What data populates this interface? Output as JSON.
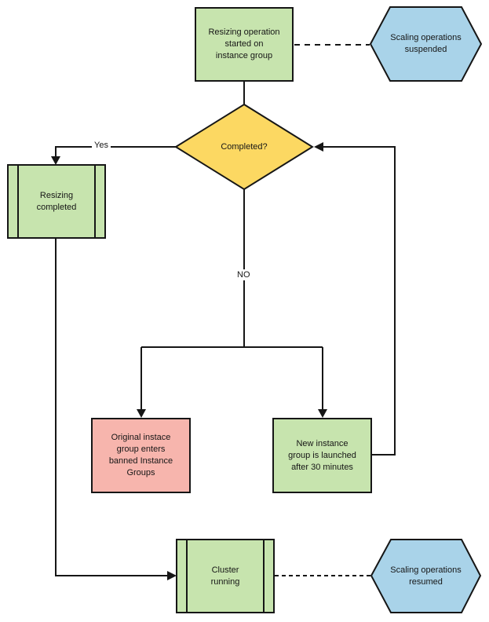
{
  "diagram": {
    "type": "flowchart",
    "nodes": {
      "resize_start": {
        "shape": "process",
        "color": "#c7e4ae",
        "label": "Resizing operation\nstarted on\ninstance group"
      },
      "scaling_suspended": {
        "shape": "hexagon",
        "color": "#a9d3e9",
        "label": "Scaling operations\nsuspended"
      },
      "completed": {
        "shape": "decision",
        "color": "#fcd862",
        "label": "Completed?"
      },
      "resizing_completed": {
        "shape": "predefined_process",
        "color": "#c7e4ae",
        "label": "Resizing\ncompleted"
      },
      "banned_group": {
        "shape": "process",
        "color": "#f7b5ad",
        "label": "Original instace\ngroup enters\nbanned Instance\nGroups"
      },
      "new_group": {
        "shape": "process",
        "color": "#c7e4ae",
        "label": "New instance\ngroup is launched\nafter 30 minutes"
      },
      "cluster_running": {
        "shape": "predefined_process",
        "color": "#c7e4ae",
        "label": "Cluster\nrunning"
      },
      "scaling_resumed": {
        "shape": "hexagon",
        "color": "#a9d3e9",
        "label": "Scaling operations\nresumed"
      }
    },
    "edge_labels": {
      "yes": "Yes",
      "no": "NO"
    },
    "edges": [
      {
        "from": "resize_start",
        "to": "completed",
        "style": "solid",
        "label": ""
      },
      {
        "from": "resize_start",
        "to": "scaling_suspended",
        "style": "dashed",
        "label": ""
      },
      {
        "from": "completed",
        "to": "resizing_completed",
        "style": "solid_arrow",
        "label": "Yes"
      },
      {
        "from": "completed",
        "to": "banned_group",
        "style": "solid_arrow",
        "label": "NO"
      },
      {
        "from": "completed",
        "to": "new_group",
        "style": "solid_arrow",
        "label": "NO"
      },
      {
        "from": "new_group",
        "to": "completed",
        "style": "solid_arrow",
        "label": ""
      },
      {
        "from": "resizing_completed",
        "to": "cluster_running",
        "style": "solid_arrow",
        "label": ""
      },
      {
        "from": "cluster_running",
        "to": "scaling_resumed",
        "style": "dashed",
        "label": ""
      }
    ],
    "colors": {
      "stroke": "#161616",
      "background": "#ffffff"
    }
  }
}
